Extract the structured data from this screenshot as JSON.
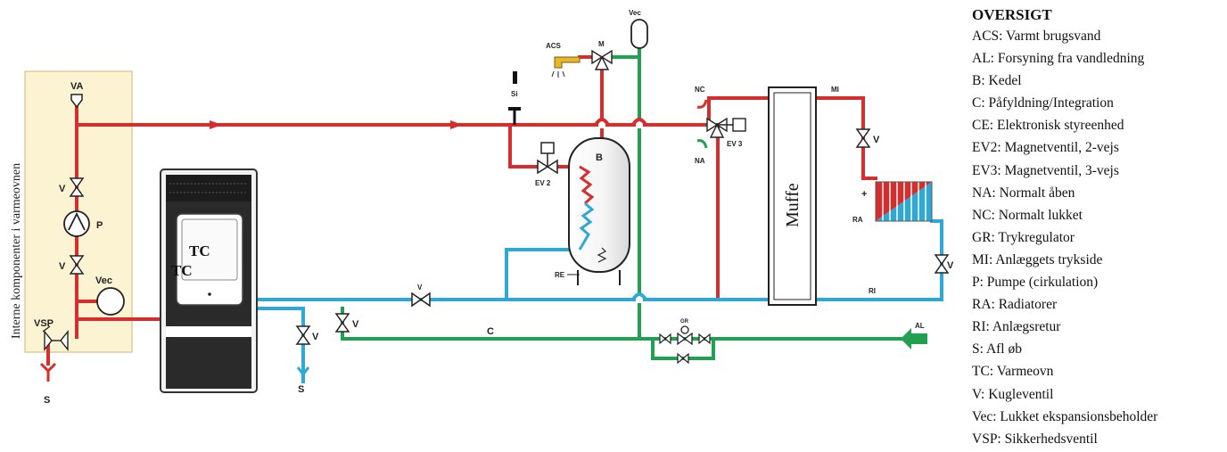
{
  "colors": {
    "hot": "#d62d2d",
    "cold": "#2fa8d6",
    "green": "#20a050",
    "panel": "#fbf3d2",
    "panel_border": "#c8b77a",
    "acs": "#e8b828"
  },
  "diagram": {
    "panel_label": "Interne komponenter i varmeovnen",
    "labels": {
      "va": "VA",
      "v_top": "V",
      "p": "P",
      "v_mid": "V",
      "vec_left": "Vec",
      "vsp": "VSP",
      "s_left": "S",
      "tc_door": "TC",
      "tc_side": "TC",
      "v_drain": "V",
      "s_drain": "S",
      "v_green": "V",
      "v_ret": "V",
      "c": "C",
      "re": "RE",
      "b": "B",
      "ev2": "EV 2",
      "si": "Si",
      "acs": "ACS",
      "m": "M",
      "vec_top": "Vec",
      "nc": "NC",
      "na": "NA",
      "ev3": "EV 3",
      "muffe": "Muffe",
      "mi": "MI",
      "v_mi": "V",
      "plus": "+",
      "ra": "RA",
      "v_ri": "V",
      "ri": "RI",
      "gr": "GR",
      "al": "AL"
    }
  },
  "legend": {
    "title": "OVERSIGT",
    "items": [
      "ACS: Varmt brugsvand",
      "AL: Forsyning fra vandledning",
      "B: Kedel",
      "C: Påfyldning/Integration",
      "CE: Elektronisk styreenhed",
      "EV2: Magnetventil, 2-vejs",
      "EV3: Magnetventil, 3-vejs",
      "NA: Normalt åben",
      "NC: Normalt lukket",
      "GR: Trykregulator",
      "MI: Anlæggets trykside",
      "P: Pumpe (cirkulation)",
      "RA: Radiatorer",
      "RI: Anlægsretur",
      "S: Afl øb",
      "TC: Varmeovn",
      "V: Kugleventil",
      "Vec: Lukket ekspansionsbeholder",
      "VSP: Sikkerhedsventil"
    ]
  }
}
